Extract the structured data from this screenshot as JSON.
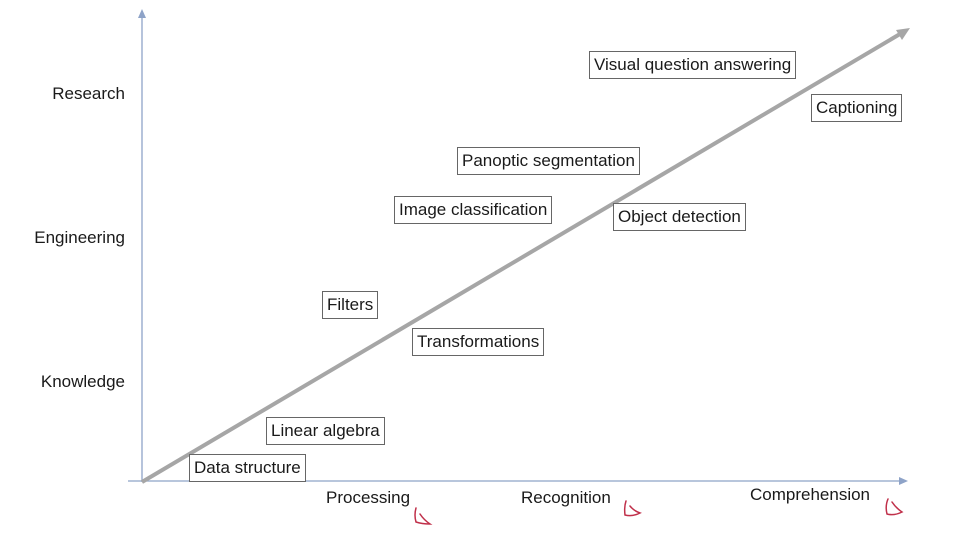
{
  "y_axis": {
    "labels": [
      "Research",
      "Engineering",
      "Knowledge"
    ]
  },
  "x_axis": {
    "labels": [
      "Processing",
      "Recognition",
      "Comprehension"
    ]
  },
  "topics": [
    "Data structure",
    "Linear algebra",
    "Filters",
    "Transformations",
    "Image classification",
    "Panoptic segmentation",
    "Object detection",
    "Visual question answering",
    "Captioning"
  ],
  "colors": {
    "axis": "#8ea3c8",
    "diagonal": "#a6a6a6",
    "box_border": "#666666",
    "annotation": "#c0304a"
  }
}
